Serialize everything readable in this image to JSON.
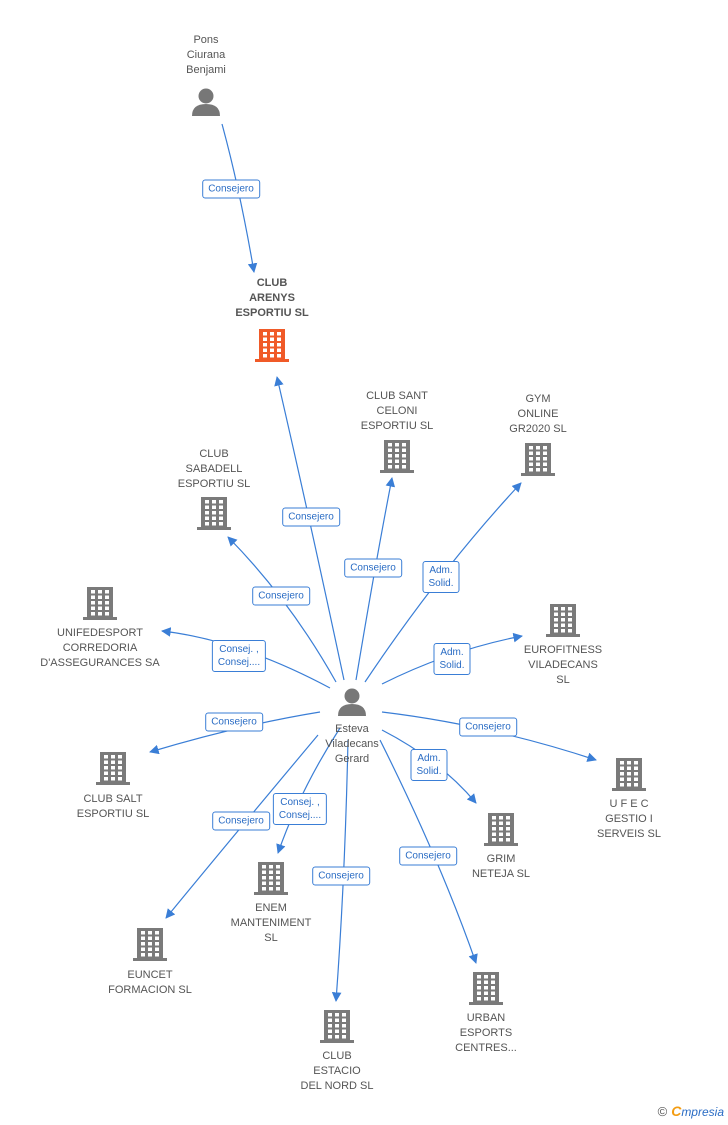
{
  "colors": {
    "edge": "#3a7ed6",
    "building": "#7a7a7a",
    "main_building": "#f05a28",
    "person": "#777777"
  },
  "nodes": [
    {
      "id": "pons",
      "type": "person-icon",
      "label": "Pons\nCiurana\nBenjami"
    },
    {
      "id": "arenys",
      "type": "building-icon",
      "main": true,
      "label": "CLUB\nARENYS\nESPORTIU  SL"
    },
    {
      "id": "esteva",
      "type": "person-icon",
      "label": "Esteva\nViladecans\nGerard"
    },
    {
      "id": "sabadell",
      "type": "building-icon",
      "label": "CLUB\nSABADELL\nESPORTIU  SL"
    },
    {
      "id": "celoni",
      "type": "building-icon",
      "label": "CLUB SANT\nCELONI\nESPORTIU  SL"
    },
    {
      "id": "gym",
      "type": "building-icon",
      "label": "GYM\nONLINE\nGR2020  SL"
    },
    {
      "id": "unifedesport",
      "type": "building-icon",
      "label": "UNIFEDESPORT\nCORREDORIA\nD'ASSEGURANCES SA"
    },
    {
      "id": "eurofitness",
      "type": "building-icon",
      "label": "EUROFITNESS\nVILADECANS\nSL"
    },
    {
      "id": "salt",
      "type": "building-icon",
      "label": "CLUB SALT\nESPORTIU  SL"
    },
    {
      "id": "ufec",
      "type": "building-icon",
      "label": "U F E C\nGESTIO I\nSERVEIS SL"
    },
    {
      "id": "grim",
      "type": "building-icon",
      "label": "GRIM\nNETEJA  SL"
    },
    {
      "id": "enem",
      "type": "building-icon",
      "label": "ENEM\nMANTENIMENT\nSL"
    },
    {
      "id": "euncet",
      "type": "building-icon",
      "label": "EUNCET\nFORMACION SL"
    },
    {
      "id": "estacio",
      "type": "building-icon",
      "label": "CLUB\nESTACIO\nDEL NORD  SL"
    },
    {
      "id": "urban",
      "type": "building-icon",
      "label": "URBAN\nESPORTS\nCENTRES..."
    }
  ],
  "edges": [
    {
      "from": "pons",
      "to": "arenys",
      "label": "Consejero"
    },
    {
      "from": "esteva",
      "to": "arenys",
      "label": "Consejero"
    },
    {
      "from": "esteva",
      "to": "sabadell",
      "label": "Consejero"
    },
    {
      "from": "esteva",
      "to": "celoni",
      "label": "Consejero"
    },
    {
      "from": "esteva",
      "to": "gym",
      "label": "Adm.\nSolid."
    },
    {
      "from": "esteva",
      "to": "unifedesport",
      "label": "Consej. ,\nConsej...."
    },
    {
      "from": "esteva",
      "to": "eurofitness",
      "label": "Adm.\nSolid."
    },
    {
      "from": "esteva",
      "to": "salt",
      "label": "Consejero"
    },
    {
      "from": "esteva",
      "to": "ufec",
      "label": "Consejero"
    },
    {
      "from": "esteva",
      "to": "grim",
      "label": "Adm.\nSolid."
    },
    {
      "from": "esteva",
      "to": "enem",
      "label": "Consej. ,\nConsej...."
    },
    {
      "from": "esteva",
      "to": "euncet",
      "label": "Consejero"
    },
    {
      "from": "esteva",
      "to": "estacio",
      "label": "Consejero"
    },
    {
      "from": "esteva",
      "to": "urban",
      "label": "Consejero"
    }
  ],
  "footer": {
    "copyright": "©",
    "brand_initial": "C",
    "brand_rest": "mpresia"
  }
}
